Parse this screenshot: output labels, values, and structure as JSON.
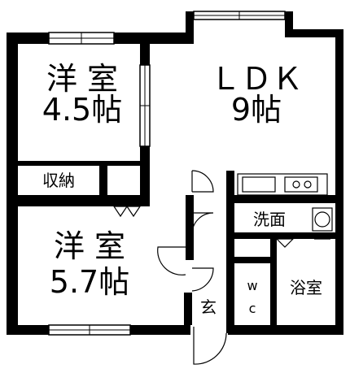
{
  "rooms": {
    "western_room_1": {
      "name": "洋 室",
      "size": "4.5帖"
    },
    "ldk": {
      "name": "ＬＤＫ",
      "size": "9帖"
    },
    "storage": {
      "name": "収納"
    },
    "western_room_2": {
      "name": "洋 室",
      "size": "5.7帖"
    },
    "washroom": {
      "name": "洗面"
    },
    "wc": {
      "line1": "w",
      "line2": "c"
    },
    "bathroom": {
      "name": "浴室"
    },
    "entrance": {
      "name": "玄"
    }
  },
  "colors": {
    "wall": "#000000",
    "background": "#ffffff"
  }
}
